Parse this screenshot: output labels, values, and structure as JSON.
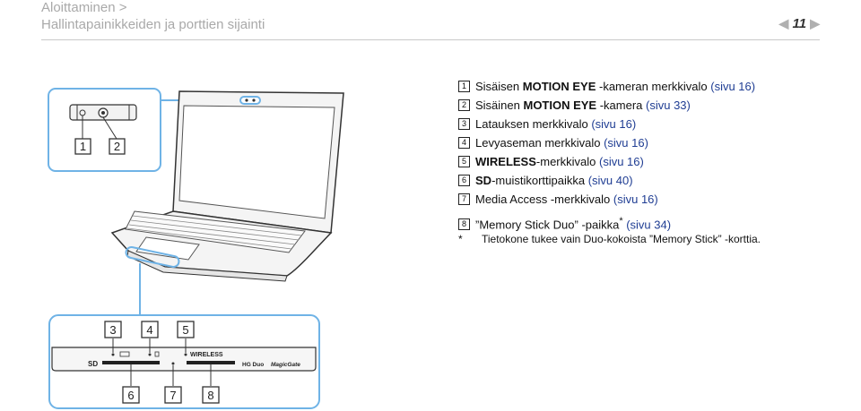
{
  "header": {
    "breadcrumb_line1": "Aloittaminen >",
    "breadcrumb_line2": "Hallintapainikkeiden ja porttien sijainti",
    "page_number": "11",
    "prev_arrow": "◀",
    "next_arrow": "▶"
  },
  "items": [
    {
      "num": "1",
      "pre": "Sisäisen ",
      "bold": "MOTION EYE",
      "post": " -kameran merkkivalo ",
      "link": "(sivu 16)"
    },
    {
      "num": "2",
      "pre": "Sisäinen ",
      "bold": "MOTION EYE",
      "post": " -kamera ",
      "link": "(sivu 33)"
    },
    {
      "num": "3",
      "pre": "Latauksen merkkivalo ",
      "bold": "",
      "post": "",
      "link": "(sivu 16)"
    },
    {
      "num": "4",
      "pre": "Levyaseman merkkivalo ",
      "bold": "",
      "post": "",
      "link": "(sivu 16)"
    },
    {
      "num": "5",
      "pre": "",
      "bold": "WIRELESS",
      "post": "-merkkivalo ",
      "link": "(sivu 16)"
    },
    {
      "num": "6",
      "pre": "",
      "bold": "SD",
      "post": "-muistikorttipaikka ",
      "link": "(sivu 40)"
    },
    {
      "num": "7",
      "pre": "Media Access -merkkivalo ",
      "bold": "",
      "post": "",
      "link": "(sivu 16)"
    },
    {
      "num": "8",
      "pre": "”Memory Stick Duo” -paikka",
      "sup": "*",
      "bold": "",
      "post": " ",
      "link": "(sivu 34)"
    }
  ],
  "footnote": {
    "mark": "*",
    "text": "Tietokone tukee vain Duo-kokoista ”Memory Stick” -korttia."
  },
  "figure": {
    "cam_labels": [
      "1",
      "2"
    ],
    "top_labels": [
      "3",
      "4",
      "5"
    ],
    "bottom_labels": [
      "6",
      "7",
      "8"
    ],
    "sd_label": "SD",
    "wireless_label": "WIRELESS",
    "hgduo_label": "HG Duo",
    "magicgate_label": "MagicGate"
  }
}
